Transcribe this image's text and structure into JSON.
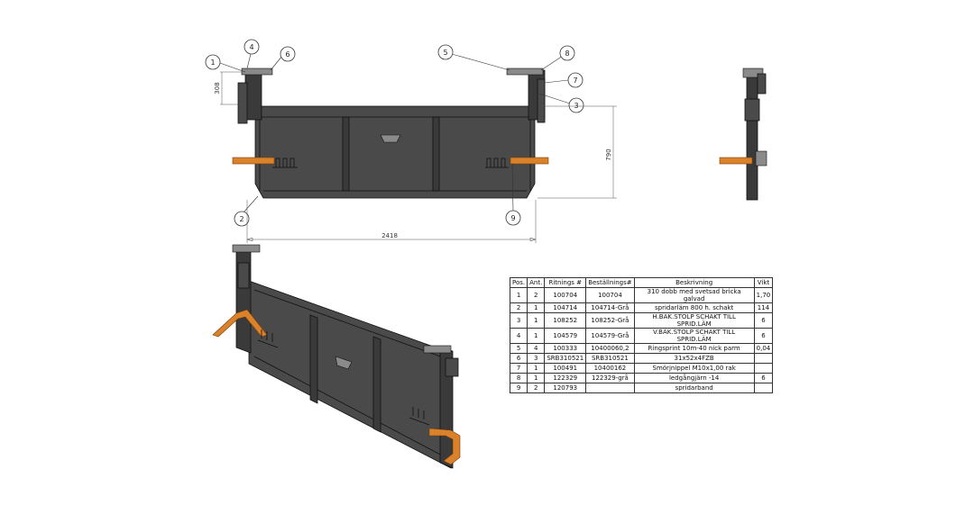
{
  "balloons": [
    {
      "label": "1"
    },
    {
      "label": "4"
    },
    {
      "label": "6"
    },
    {
      "label": "5"
    },
    {
      "label": "8"
    },
    {
      "label": "7"
    },
    {
      "label": "3"
    },
    {
      "label": "2"
    },
    {
      "label": "9"
    }
  ],
  "dimensions": {
    "width": "2418",
    "height": "790",
    "bracket": "308"
  },
  "colors": {
    "plate": "#4a4a4a",
    "handle": "#d9822b"
  },
  "bom": {
    "headers": [
      "Pos.",
      "Ant.",
      "Ritnings #",
      "Beställnings#",
      "Beskrivning",
      "Vikt"
    ],
    "rows": [
      [
        "1",
        "2",
        "100704",
        "100704",
        "310  dobb med  svetsad bricka galvad",
        "1,70"
      ],
      [
        "2",
        "1",
        "104714",
        "104714-Grå",
        "spridarläm 800 h. schakt",
        "114"
      ],
      [
        "3",
        "1",
        "108252",
        "108252-Grå",
        "H.BAK.STOLP SCHAKT TILL SPRID.LÄM",
        "6"
      ],
      [
        "4",
        "1",
        "104579",
        "104579-Grå",
        "V.BAK.STOLP SCHAKT TILL SPRID.LÄM",
        "6"
      ],
      [
        "5",
        "4",
        "100333",
        "10400060,2",
        "Ringsprint 10m-40 nick parm",
        "0,04"
      ],
      [
        "6",
        "3",
        "SRB310521",
        "SRB310521",
        "31x52x4FZB",
        ""
      ],
      [
        "7",
        "1",
        "100491",
        "10400162",
        "Smörjnippel M10x1,00   rak",
        ""
      ],
      [
        "8",
        "1",
        "122329",
        "122329-grå",
        "ledgångjärn -14",
        "6"
      ],
      [
        "9",
        "2",
        "120793",
        "",
        "spridarband",
        ""
      ]
    ]
  }
}
